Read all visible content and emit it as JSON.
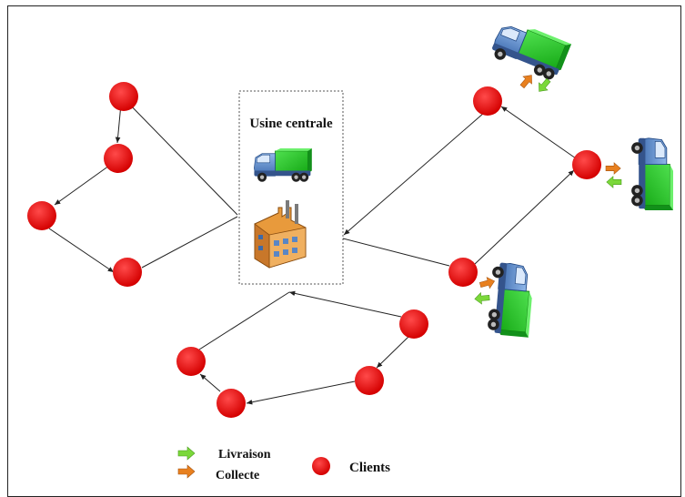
{
  "factory": {
    "label": "Usine centrale"
  },
  "legend": {
    "delivery": {
      "label": "Livraison",
      "color": "#7bd83a"
    },
    "collection": {
      "label": "Collecte",
      "color": "#e8801f"
    },
    "clients": {
      "label": "Clients",
      "color": "#e8121a"
    }
  },
  "icons": [
    "truck-icon",
    "factory-icon"
  ]
}
